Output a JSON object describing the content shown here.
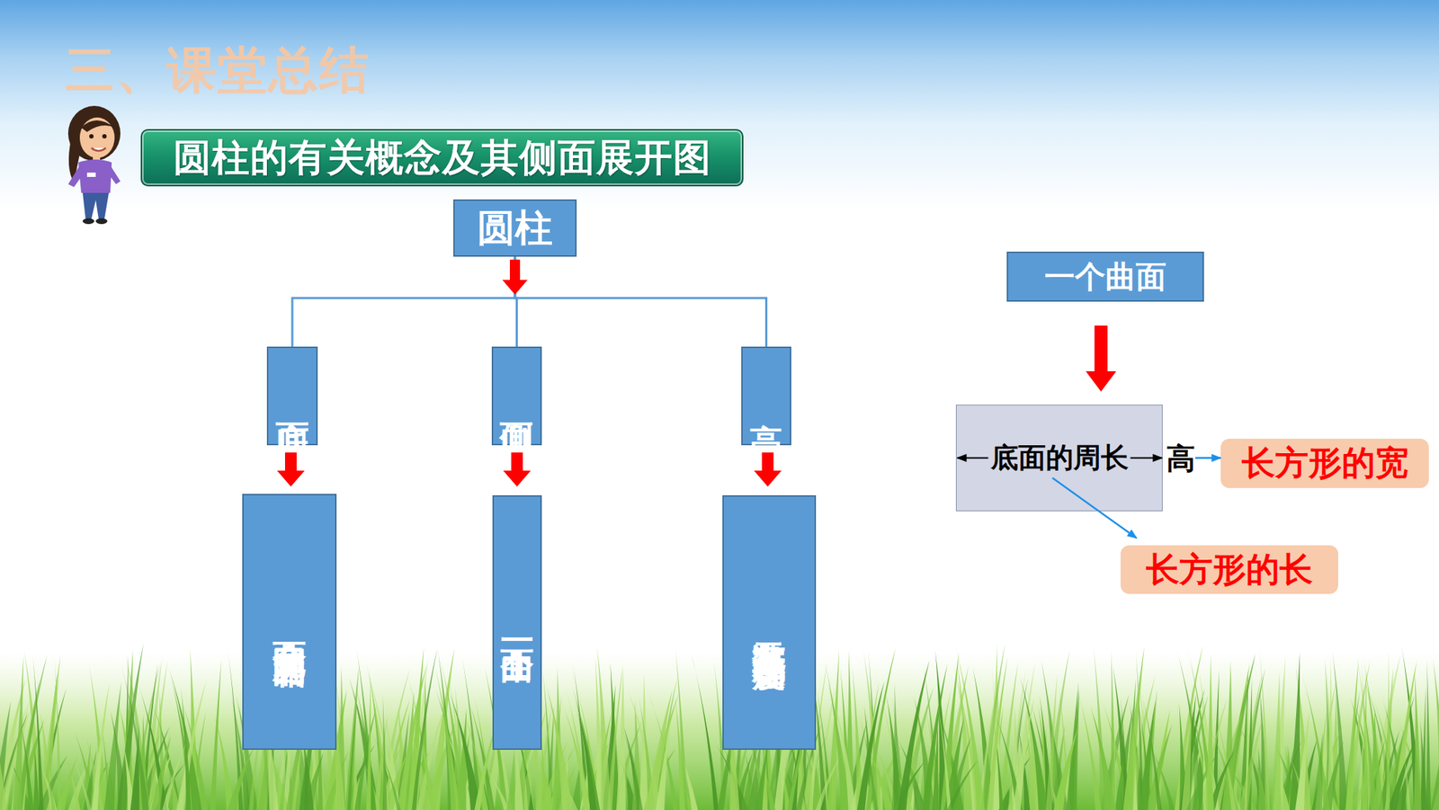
{
  "diagram": {
    "title": "三、课堂总结",
    "nodes": [
      {
        "text": [
          "圆柱的有关概念及其侧面展开图"
        ]
      },
      {
        "text": [
          "圆柱"
        ]
      },
      {
        "text": [
          "底面"
        ]
      },
      {
        "text": [
          "侧面"
        ]
      },
      {
        "text": [
          "高"
        ]
      },
      {
        "text": [
          "两个完全 相同的圆"
        ]
      },
      {
        "text": [
          "一个曲面"
        ]
      },
      {
        "text": [
          "有无数条 长度都相等"
        ]
      },
      {
        "text": [
          "一个曲面"
        ]
      },
      {
        "text": [
          "底面的周长",
          "高"
        ]
      },
      {
        "text": [
          "长方形的宽"
        ]
      },
      {
        "text": [
          "长方形的长"
        ]
      }
    ],
    "edges": [
      {
        "from": 1,
        "to": 2,
        "arrow": "to"
      },
      {
        "from": 1,
        "to": 3,
        "arrow": "to"
      },
      {
        "from": 1,
        "to": 4,
        "arrow": "to"
      },
      {
        "from": 2,
        "to": 5,
        "arrow": "to"
      },
      {
        "from": 3,
        "to": 6,
        "arrow": "to"
      },
      {
        "from": 4,
        "to": 7,
        "arrow": "to"
      },
      {
        "from": 8,
        "to": 9,
        "arrow": "to"
      },
      {
        "from": 9,
        "to": 10,
        "arrow": "to"
      },
      {
        "from": 9,
        "to": 11,
        "arrow": "to"
      }
    ]
  }
}
